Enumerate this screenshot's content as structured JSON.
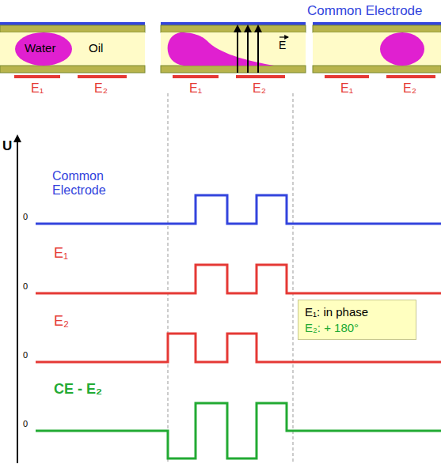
{
  "diagram": {
    "nodes": [
      {
        "text": [
          "E₁: in phase",
          "E₂: + 180°"
        ]
      }
    ],
    "labels": [
      "Common Electrode",
      "Water",
      "Oil",
      "E₁",
      "E₂",
      "E",
      "E₁",
      "E₂",
      "E₁",
      "E₂",
      "U",
      "Common Electrode",
      "0",
      "E₁",
      "0",
      "E₂",
      "0",
      "CE - E₂",
      "0"
    ]
  }
}
